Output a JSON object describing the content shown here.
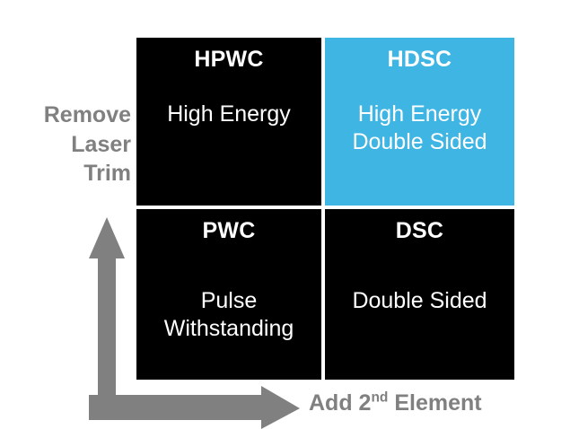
{
  "diagram": {
    "title_hidden": "",
    "accent_color": "#3FB5E3",
    "black_color": "#000000",
    "axis_color": "#808080",
    "text_color": "#FFFFFF",
    "axes": {
      "y_label_lines": [
        "Remove",
        "Laser",
        "Trim"
      ],
      "x_label_prefix": "Add 2",
      "x_label_sup": "nd",
      "x_label_suffix": " Element"
    },
    "quadrants": [
      {
        "key": "top-left",
        "code": "HPWC",
        "description_lines": [
          "High Energy"
        ],
        "highlighted": false
      },
      {
        "key": "top-right",
        "code": "HDSC",
        "description_lines": [
          "High Energy",
          "Double Sided"
        ],
        "highlighted": true
      },
      {
        "key": "bottom-left",
        "code": "PWC",
        "description_lines": [
          "Pulse",
          "Withstanding"
        ],
        "highlighted": false
      },
      {
        "key": "bottom-right",
        "code": "DSC",
        "description_lines": [
          "Double Sided"
        ],
        "highlighted": false
      }
    ],
    "icons": {
      "vertical_arrow": "arrow-up-icon",
      "horizontal_arrow": "arrow-right-icon"
    }
  }
}
